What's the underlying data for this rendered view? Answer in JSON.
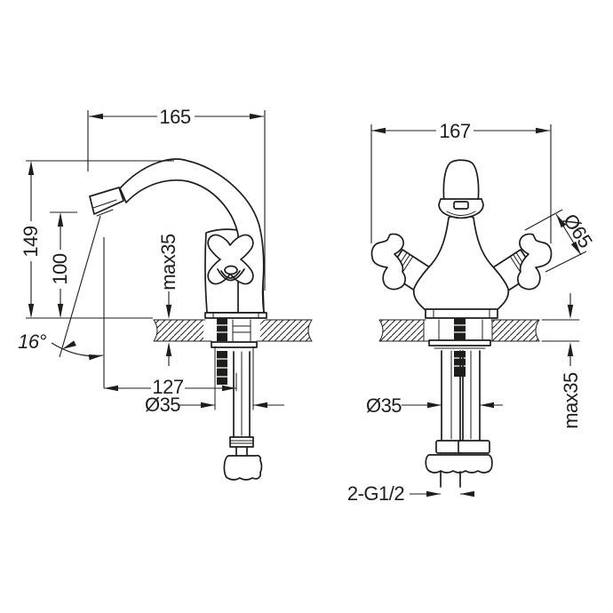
{
  "drawing": {
    "colors": {
      "line": "#1d1d1b",
      "background": "#ffffff"
    },
    "side_view": {
      "dimensions": {
        "overall_reach": "165",
        "spout_height": "149",
        "outlet_height": "100",
        "deck_thickness": "max35",
        "spray_angle": "16°",
        "outlet_to_axis": "127",
        "shank_diameter": "Ø35"
      }
    },
    "front_view": {
      "dimensions": {
        "overall_width": "167",
        "handle_diameter": "Ø65",
        "deck_thickness": "max35",
        "shank_diameter": "Ø35",
        "inlet_thread": "2-G1/2"
      }
    }
  }
}
